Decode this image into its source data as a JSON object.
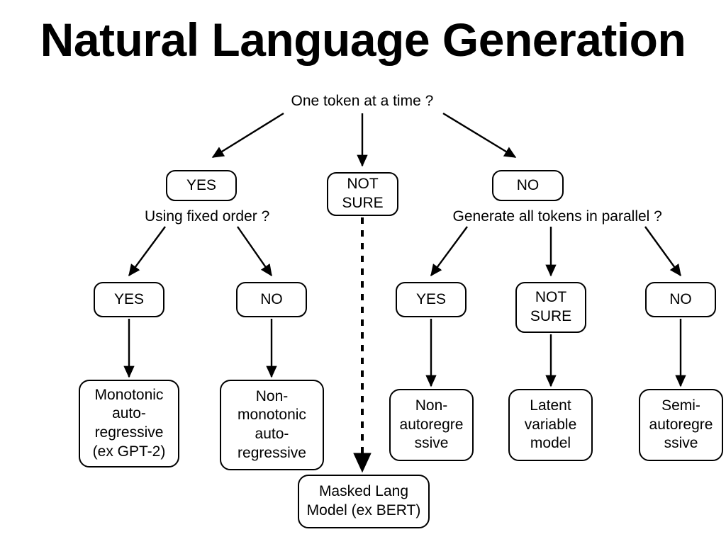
{
  "slide": {
    "title": "Natural Language Generation",
    "background_color": "#ffffff",
    "ink_color": "#000000"
  },
  "diagram": {
    "type": "decision-tree",
    "root_question": "One token at a time ?",
    "questions": [
      {
        "id": "q-root",
        "text": "One token at a time ?"
      },
      {
        "id": "q-fixed-order",
        "text": "Using fixed order ?"
      },
      {
        "id": "q-parallel",
        "text": "Generate all tokens in parallel ?"
      }
    ],
    "decisions": {
      "root_yes": "YES",
      "root_not_sure": "NOT\nSURE",
      "root_no": "NO",
      "fixed_yes": "YES",
      "fixed_no": "NO",
      "parallel_yes": "YES",
      "parallel_not_sure": "NOT\nSURE",
      "parallel_no": "NO"
    },
    "leaves": {
      "monotonic_ar": "Monotonic\nauto-\nregressive\n(ex GPT-2)",
      "non_monotonic_ar": "Non-\nmonotonic\nauto-\nregressive",
      "masked_lm": "Masked Lang\nModel (ex BERT)",
      "non_ar": "Non-\nautoregre\nssive",
      "latent_variable": "Latent\nvariable\nmodel",
      "semi_ar": "Semi-\nautoregre\nssive"
    },
    "edges": [
      {
        "from": "q-root",
        "to": "root_yes",
        "style": "solid"
      },
      {
        "from": "q-root",
        "to": "root_not_sure",
        "style": "solid"
      },
      {
        "from": "q-root",
        "to": "root_no",
        "style": "solid"
      },
      {
        "from": "q-fixed-order",
        "to": "fixed_yes",
        "style": "solid"
      },
      {
        "from": "q-fixed-order",
        "to": "fixed_no",
        "style": "solid"
      },
      {
        "from": "fixed_yes",
        "to": "monotonic_ar",
        "style": "solid"
      },
      {
        "from": "fixed_no",
        "to": "non_monotonic_ar",
        "style": "solid"
      },
      {
        "from": "root_not_sure",
        "to": "masked_lm",
        "style": "dashed"
      },
      {
        "from": "q-parallel",
        "to": "parallel_yes",
        "style": "solid"
      },
      {
        "from": "q-parallel",
        "to": "parallel_not_sure",
        "style": "solid"
      },
      {
        "from": "q-parallel",
        "to": "parallel_no",
        "style": "solid"
      },
      {
        "from": "parallel_yes",
        "to": "non_ar",
        "style": "solid"
      },
      {
        "from": "parallel_not_sure",
        "to": "latent_variable",
        "style": "solid"
      },
      {
        "from": "parallel_no",
        "to": "semi_ar",
        "style": "solid"
      }
    ]
  }
}
